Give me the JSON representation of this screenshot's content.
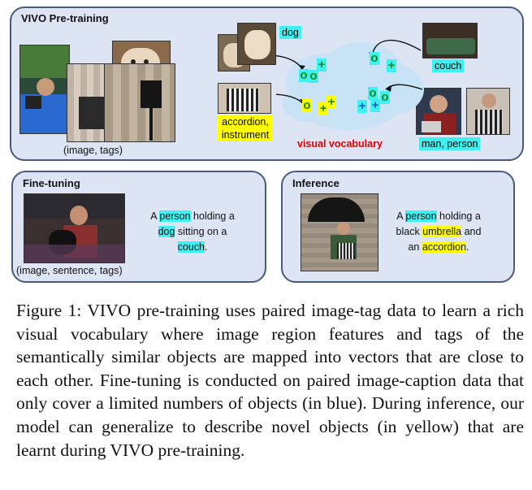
{
  "panels": {
    "pretrain": {
      "title": "VIVO Pre-training",
      "image_tags_label": "(image, tags)",
      "tags": {
        "dog": "dog",
        "couch": "couch",
        "accordion_line1": "accordion,",
        "accordion_line2": "instrument",
        "man_person": "man, person"
      },
      "visual_vocabulary": "visual vocabulary",
      "vocab_glyphs": [
        "o",
        "+",
        "o",
        "+",
        "o",
        "+",
        "+",
        "+",
        "o",
        "o",
        "+",
        "o"
      ]
    },
    "finetune": {
      "title": "Fine-tuning",
      "sublabel": "(image, sentence, tags)",
      "caption_a": "A ",
      "caption_person": "person",
      "caption_b": " holding a",
      "caption_dog": "dog",
      "caption_c": " sitting on a",
      "caption_couch": "couch",
      "caption_d": "."
    },
    "inference": {
      "title": "Inference",
      "caption_a": "A ",
      "caption_person": "person",
      "caption_b": " holding a",
      "caption_c": "black ",
      "caption_umbrella": "umbrella",
      "caption_d": " and",
      "caption_e": "an ",
      "caption_accordion": "accordion",
      "caption_f": "."
    }
  },
  "figure_caption": "Figure 1: VIVO pre-training uses paired image-tag data to learn a rich visual vocabulary where image region features and tags of the semantically similar objects are mapped into vectors that are close to each other. Fine-tuning is conducted on paired image-caption data that only cover a limited numbers of objects (in blue). During inference, our model can generalize to describe novel objects (in yellow) that are learnt during VIVO pre-training.",
  "colors": {
    "panel_bg": "#dde4f3",
    "panel_border": "#4a5a7a",
    "highlight_cyan": "#3ff0f0",
    "highlight_yellow": "#ffff00",
    "vocab_red": "#e00000"
  }
}
